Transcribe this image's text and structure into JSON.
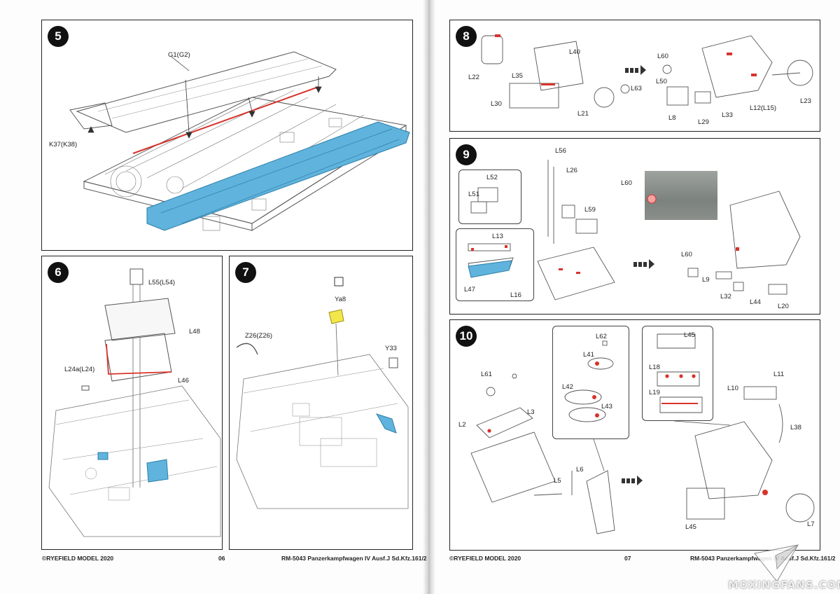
{
  "colors": {
    "highlight_blue": "#5fb3dc",
    "highlight_yellow": "#f3e64a",
    "edge_red": "#d8332b"
  },
  "left_page": {
    "footer_left": "©RYEFIELD MODEL 2020",
    "page_number": "06",
    "footer_right": "RM-5043 Panzerkampfwagen IV Ausf.J Sd.Kfz.161/2",
    "steps": [
      {
        "number": "5",
        "labels": [
          "G1(G2)",
          "K37(K38)"
        ]
      },
      {
        "number": "6",
        "labels": [
          "L55(L54)",
          "L48",
          "L46",
          "L24a(L24)"
        ]
      },
      {
        "number": "7",
        "labels": [
          "Ya8",
          "Z26(Z26)",
          "Y33"
        ]
      }
    ]
  },
  "right_page": {
    "footer_left": "©RYEFIELD MODEL 2020",
    "page_number": "07",
    "footer_right": "RM-5043 Panzerkampfwagen IV Ausf.J Sd.Kfz.161/2",
    "steps": [
      {
        "number": "8",
        "labels": [
          "L40",
          "L22",
          "L35",
          "L30",
          "L21",
          "L63",
          "L60",
          "L50",
          "L23",
          "L8",
          "L29",
          "L33",
          "L12(L15)"
        ]
      },
      {
        "number": "9",
        "labels": [
          "L56",
          "L26",
          "L52",
          "L51",
          "L59",
          "L13",
          "L47",
          "L16",
          "L60",
          "L60",
          "L9",
          "L32",
          "L44",
          "L20"
        ]
      },
      {
        "number": "10",
        "labels": [
          "L62",
          "L41",
          "L42",
          "L43",
          "L45",
          "L18",
          "L19",
          "L11",
          "L10",
          "L38",
          "L61",
          "L3",
          "L2",
          "L6",
          "L5",
          "L45",
          "L7"
        ]
      }
    ]
  },
  "watermark": {
    "icon": "paper-plane-icon",
    "text": "MOXINGFANS.COM"
  }
}
